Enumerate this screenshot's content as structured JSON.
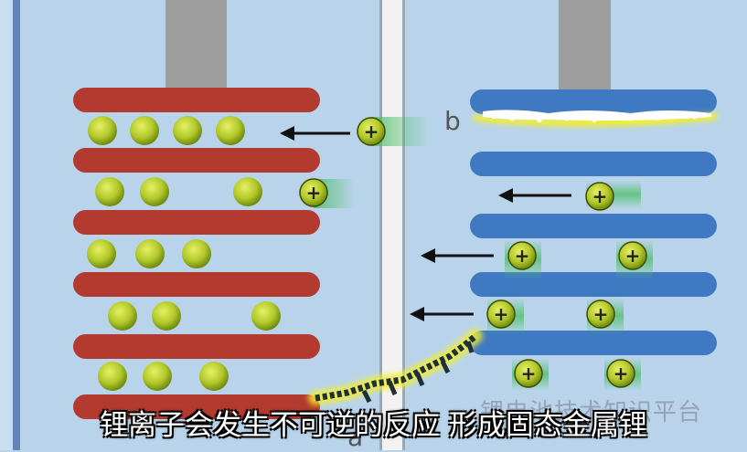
{
  "labels": {
    "b": "b",
    "a": "a"
  },
  "subtitle": "锂离子会发生不可逆的反应 形成固态金属锂",
  "watermark": "锂电池技术知识平台",
  "colors": {
    "background": "#b9d4ea",
    "cathode_layer": "#b23a2e",
    "anode_layer": "#3f79c2",
    "ion": "#9fbf1e",
    "separator": "#f2f2f2",
    "dendrite": "#1f2f3a",
    "dendrite_glow": "#f4ee2a"
  },
  "icons": {
    "ion": "lithium-ion-plus",
    "arrow": "left-arrow"
  }
}
